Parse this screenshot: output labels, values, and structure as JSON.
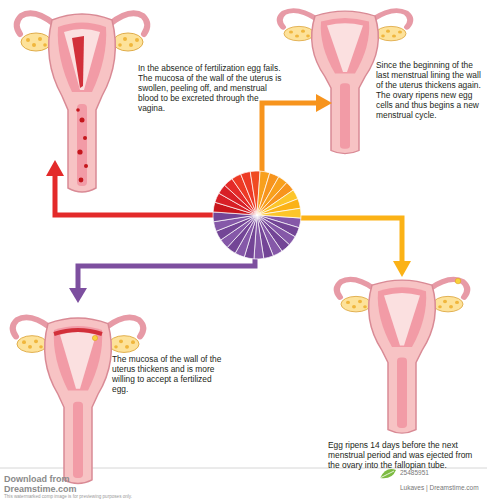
{
  "diagram": {
    "nodes": [
      {
        "text": [
          "In the absence of fertilization egg fails. The mucosa of the wall of the uterus is swollen, peeling off, and menstrual blood to be excreted through the vagina."
        ]
      },
      {
        "text": [
          "Since the beginning of the last menstrual lining the wall of the uterus thickens again. The ovary ripens new egg cells and thus begins a new menstrual cycle."
        ]
      },
      {
        "text": [
          "The mucosa of the wall of the uterus thickens and is more willing to accept a fertilized egg."
        ]
      },
      {
        "text": [
          "Egg ripens 14 days before the next menstrual period and was ejected from the ovary into the fallopian tube."
        ]
      }
    ],
    "labels": [
      "Download from Dreamstime.com",
      "This watermarked comp image is for previewing purposes only.",
      "25485951",
      "Lukaves | Dreamstime.com"
    ]
  }
}
